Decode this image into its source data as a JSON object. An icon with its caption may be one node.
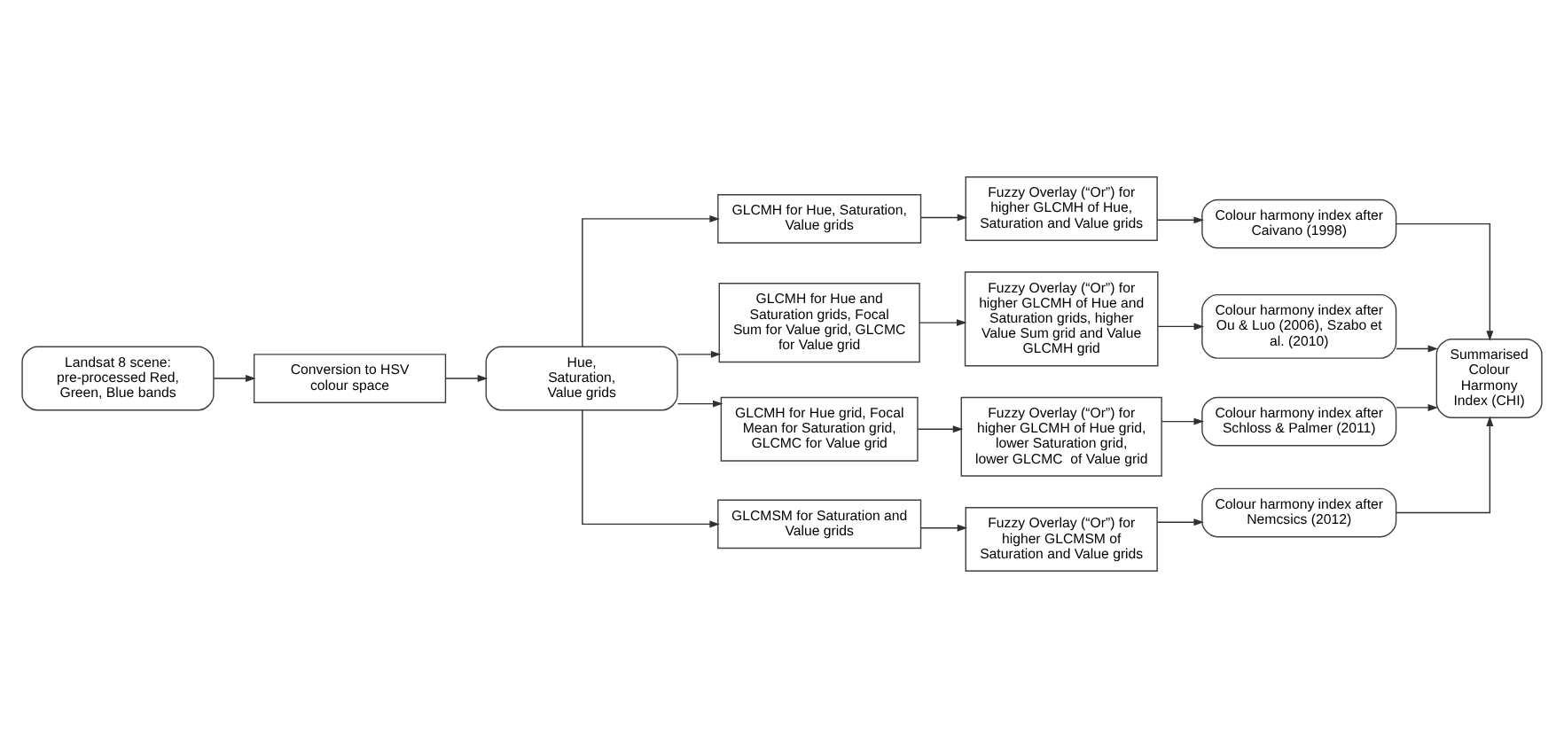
{
  "diagram": {
    "nodes": [
      {
        "text": [
          "Landsat 8 scene: pre-processed Red, Green, Blue bands"
        ]
      },
      {
        "text": [
          "Conversion to HSV colour space"
        ]
      },
      {
        "text": [
          "Hue, Saturation, Value grids"
        ]
      },
      {
        "text": [
          "GLCMH for Hue, Saturation, Value grids"
        ]
      },
      {
        "text": [
          "GLCMH for Hue and Saturation grids, Focal Sum for Value grid, GLCMC for Value grid"
        ]
      },
      {
        "text": [
          "GLCMH for Hue grid, Focal Mean for Saturation grid, GLCMC for Value grid"
        ]
      },
      {
        "text": [
          "GLCMSM for Saturation and Value grids"
        ]
      },
      {
        "text": [
          "Fuzzy Overlay (“Or”) for higher GLCMH of Hue, Saturation and Value grids"
        ]
      },
      {
        "text": [
          "Fuzzy Overlay (“Or”) for higher GLCMH of Hue and Saturation grids, higher Value Sum grid and Value GLCMH grid"
        ]
      },
      {
        "text": [
          "Fuzzy Overlay (“Or”) for higher GLCMH of Hue grid, lower Saturation grid, lower GLCMC  of Value grid"
        ]
      },
      {
        "text": [
          "Fuzzy Overlay (“Or”) for higher GLCMSM of Saturation and Value grids"
        ]
      },
      {
        "text": [
          "Colour harmony index after Caivano (1998)"
        ]
      },
      {
        "text": [
          "Colour harmony index after Ou & Luo (2006), Szabo et al. (2010)"
        ]
      },
      {
        "text": [
          "Colour harmony index after Schloss & Palmer (2011)"
        ]
      },
      {
        "text": [
          "Colour harmony index after Nemcsics (2012)"
        ]
      },
      {
        "text": [
          "Summarised Colour Harmony Index (CHI)"
        ]
      }
    ],
    "edges": [
      {
        "from": 0,
        "to": 1,
        "arrow": "to"
      },
      {
        "from": 1,
        "to": 2,
        "arrow": "to"
      },
      {
        "from": 2,
        "to": 3,
        "arrow": "to"
      },
      {
        "from": 2,
        "to": 4,
        "arrow": "to"
      },
      {
        "from": 2,
        "to": 5,
        "arrow": "to"
      },
      {
        "from": 2,
        "to": 6,
        "arrow": "to"
      },
      {
        "from": 3,
        "to": 7,
        "arrow": "to"
      },
      {
        "from": 4,
        "to": 8,
        "arrow": "to"
      },
      {
        "from": 5,
        "to": 9,
        "arrow": "to"
      },
      {
        "from": 6,
        "to": 10,
        "arrow": "to"
      },
      {
        "from": 7,
        "to": 11,
        "arrow": "to"
      },
      {
        "from": 8,
        "to": 12,
        "arrow": "to"
      },
      {
        "from": 9,
        "to": 13,
        "arrow": "to"
      },
      {
        "from": 10,
        "to": 14,
        "arrow": "to"
      },
      {
        "from": 11,
        "to": 15,
        "arrow": "to"
      },
      {
        "from": 12,
        "to": 15,
        "arrow": "to"
      },
      {
        "from": 13,
        "to": 15,
        "arrow": "to"
      },
      {
        "from": 14,
        "to": 15,
        "arrow": "to"
      }
    ]
  }
}
